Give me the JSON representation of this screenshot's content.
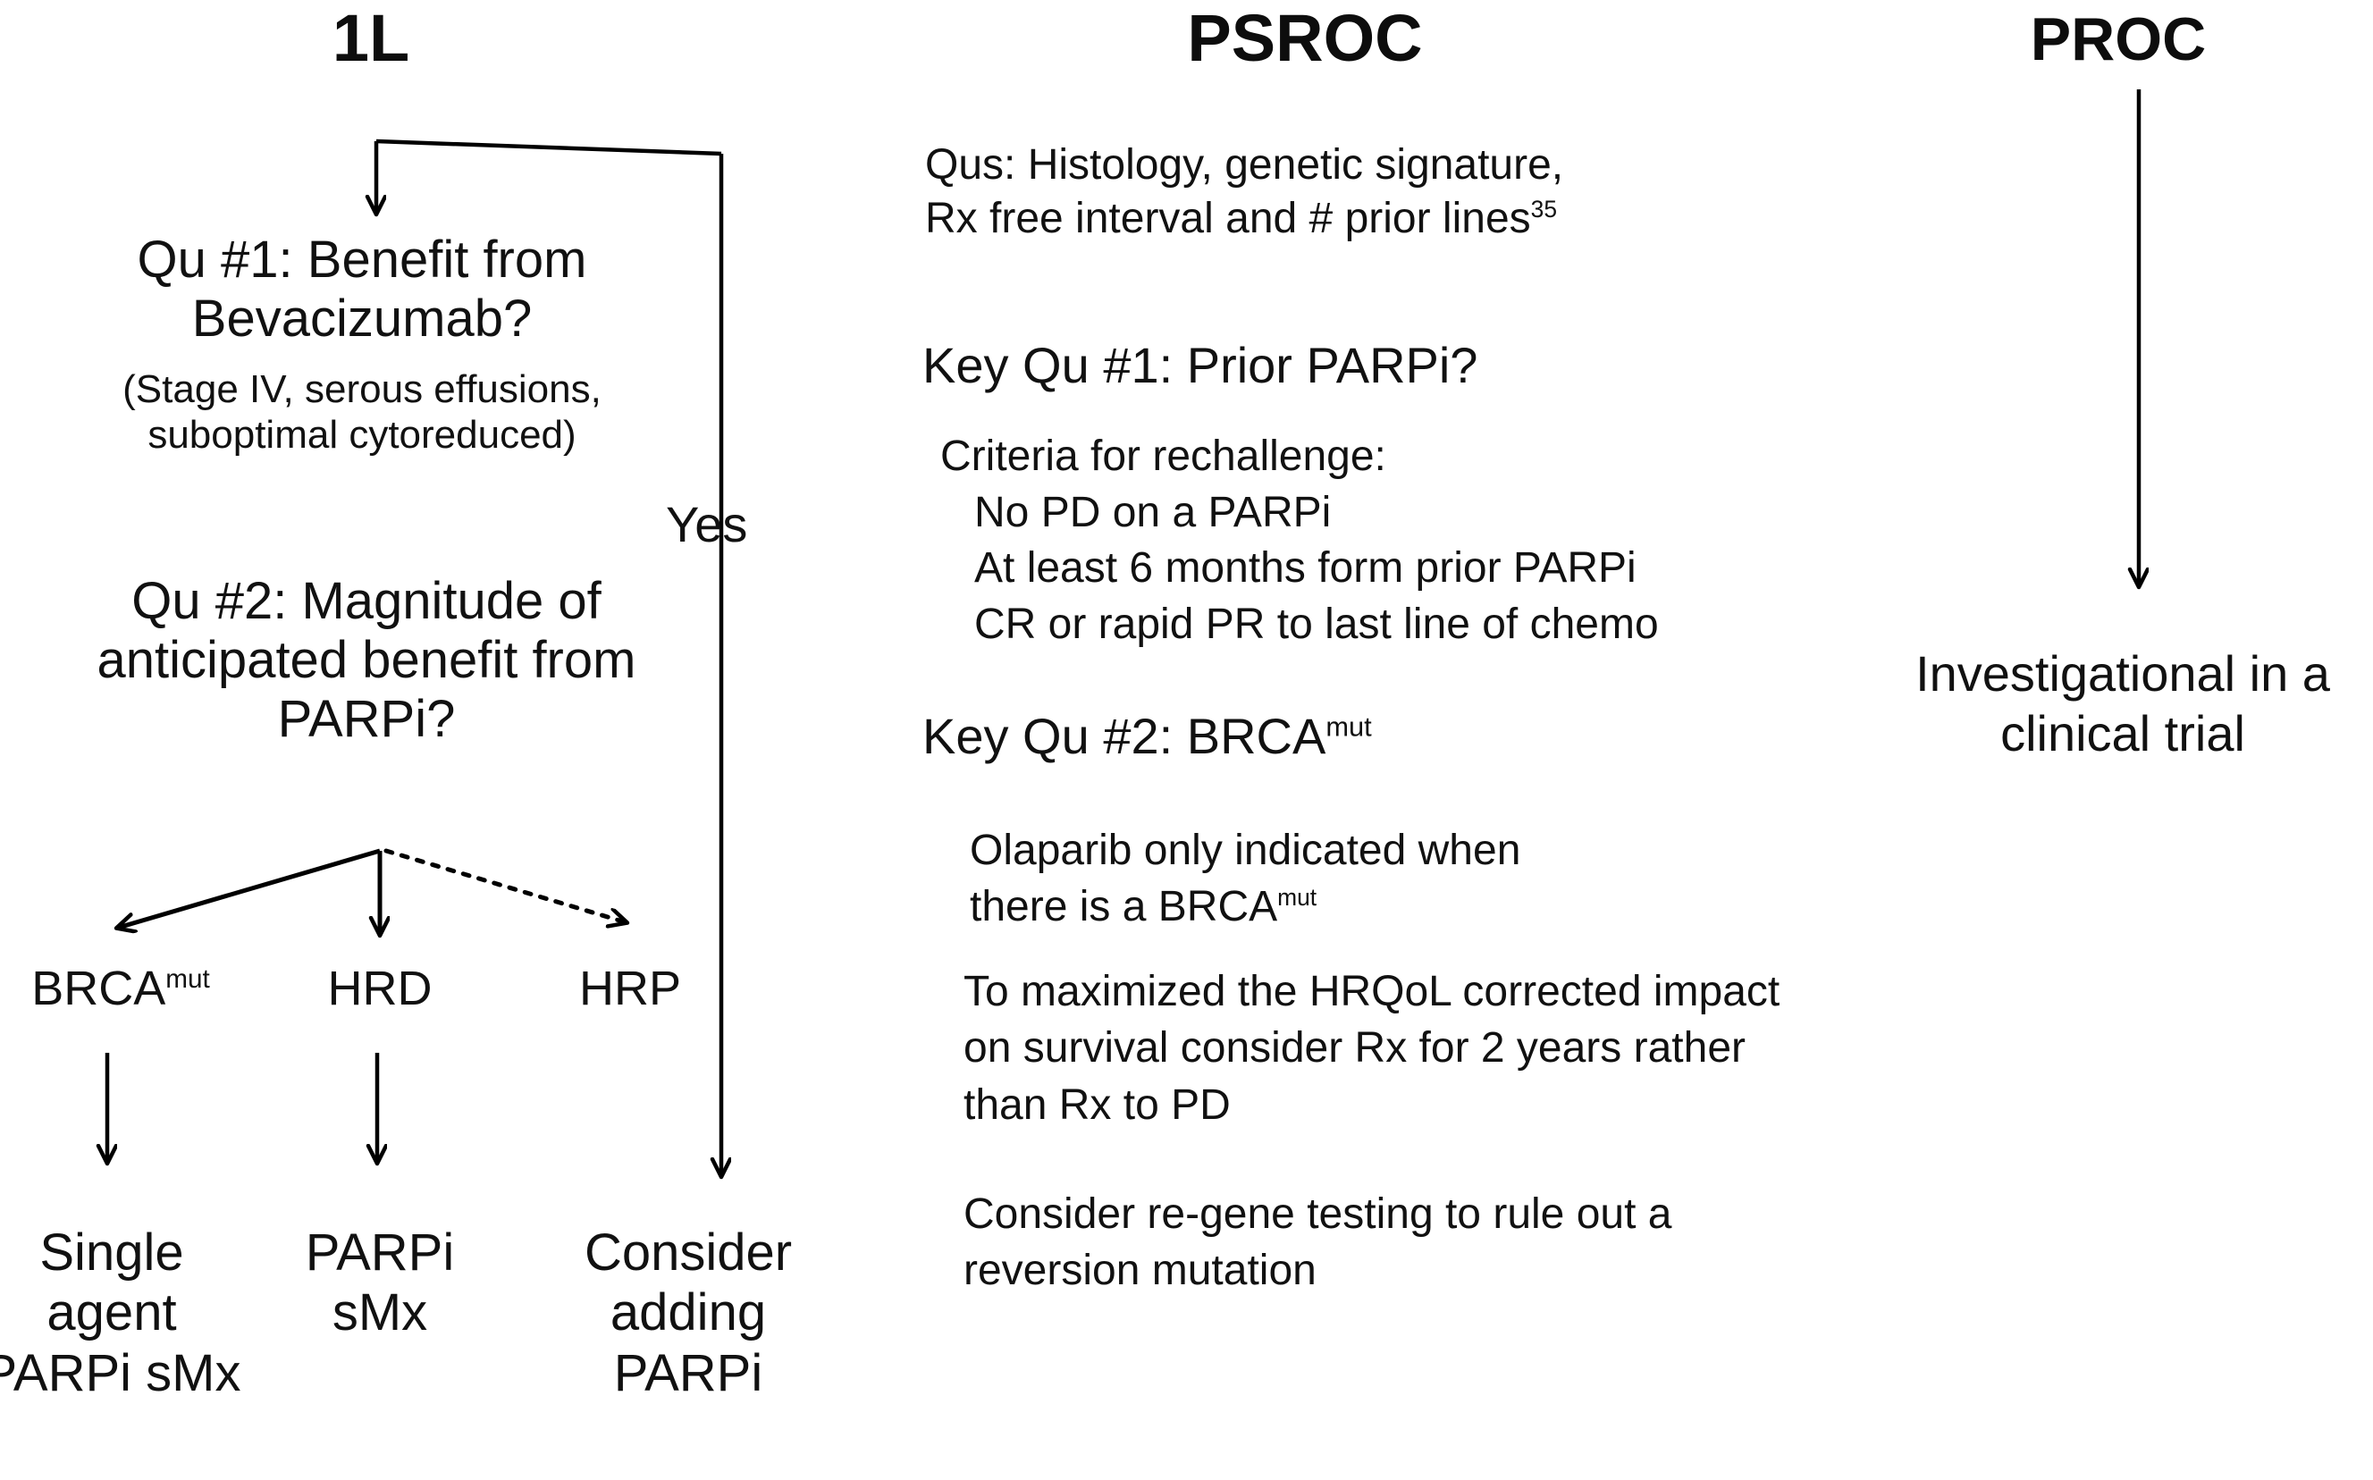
{
  "columns": {
    "first_line": {
      "header": "1L",
      "qu1_title": "Qu #1: Benefit from Bevacizumab?",
      "qu1_note": "(Stage IV, serous effusions, suboptimal cytoreduced)",
      "yes_label": "Yes",
      "qu2_title": "Qu #2: Magnitude of anticipated benefit from PARPi?",
      "branches": [
        {
          "label_base": "BRCA",
          "label_sup": "mut",
          "arrow_style": "solid",
          "outcome": "Single agent PARPi sMx"
        },
        {
          "label_base": "HRD",
          "label_sup": "",
          "arrow_style": "solid",
          "outcome": "PARPi sMx"
        },
        {
          "label_base": "HRP",
          "label_sup": "",
          "arrow_style": "dotted",
          "outcome": ""
        }
      ],
      "yes_outcome": "Consider adding PARPi"
    },
    "psroc": {
      "header": "PSROC",
      "qus_intro_line1": "Qus: Histology, genetic signature,",
      "qus_intro_line2_base": "Rx free interval and # prior lines",
      "qus_intro_line2_sup": "35",
      "key_qu_1": "Key Qu #1: Prior PARPi?",
      "criteria_heading": "Criteria for rechallenge:",
      "criteria_items": [
        "No PD on a PARPi",
        "At least 6 months form prior PARPi",
        "CR or rapid PR to last line of chemo"
      ],
      "key_qu_2_base": "Key Qu #2: BRCA",
      "key_qu_2_sup": "mut",
      "note_1_line1": "Olaparib only indicated when",
      "note_1_line2_base": "there is a BRCA",
      "note_1_line2_sup": "mut",
      "note_2": "To maximized the HRQoL corrected impact on survival consider Rx for 2 years rather than Rx to PD",
      "note_3": "Consider re-gene testing to rule out a reversion mutation"
    },
    "proc": {
      "header": "PROC",
      "outcome": "Investigational in a clinical trial"
    }
  },
  "colors": {
    "ink": "#111111",
    "header_ink": "#0d0d0d",
    "background": "#ffffff"
  }
}
